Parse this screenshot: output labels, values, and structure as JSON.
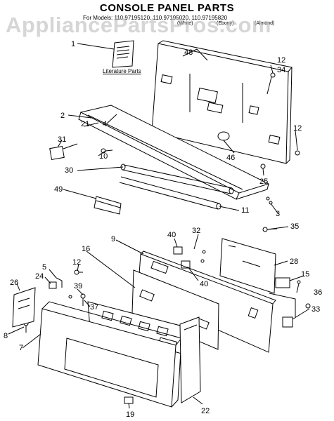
{
  "header": {
    "title": "CONSOLE PANEL PARTS",
    "models": "For Models: 110.97195120, 110.97195020, 110.97195820",
    "color_white": "(White)",
    "color_ebony": "(Ebony)",
    "color_almond": "(Almond)"
  },
  "watermark": "AppliancePartsPros.com",
  "literature_label": "Literature Parts",
  "callouts": [
    "1",
    "48",
    "12",
    "34",
    "2",
    "21",
    "4",
    "12",
    "31",
    "10",
    "46",
    "30",
    "25",
    "49",
    "3",
    "11",
    "35",
    "40",
    "32",
    "9",
    "16",
    "28",
    "12",
    "5",
    "24",
    "15",
    "26",
    "39",
    "40",
    "37",
    "36",
    "8",
    "33",
    "7",
    "19",
    "22"
  ],
  "colors": {
    "ink": "#000000",
    "background": "#ffffff",
    "watermark": "#b4b4b4"
  }
}
